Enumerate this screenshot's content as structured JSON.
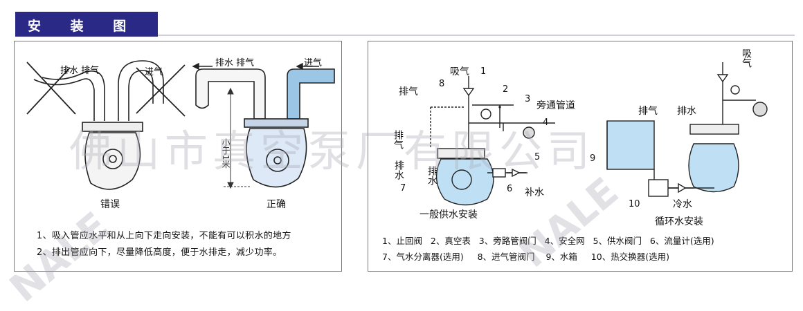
{
  "header": {
    "title": "安 装 图"
  },
  "left_diagram": {
    "wrong": {
      "label_exhaust": "排水 排气",
      "label_intake": "进气",
      "caption": "错误"
    },
    "right": {
      "label_exhaust": "排水 排气",
      "label_intake": "进气",
      "height_label": "小于1米",
      "caption": "正确"
    },
    "notes": [
      "1、吸入管应水平和从上向下走向安装，不能有可以积水的地方",
      "2、排出管应向下，尽量降低高度，便于水排走，减少功率。"
    ]
  },
  "right_diagram": {
    "general": {
      "exhaust": "排气",
      "suction": "吸气",
      "bypass": "旁通管道",
      "exhaust_air_vertical": "排气",
      "exhaust_water_vertical": "排水",
      "drain_water": "排水",
      "makeup": "补水",
      "caption": "一般供水安装",
      "numbers": [
        "1",
        "2",
        "3",
        "4",
        "5",
        "6",
        "7",
        "8"
      ]
    },
    "circulation": {
      "suction": "吸气",
      "exhaust_air": "排气",
      "exhaust_water": "排水",
      "cooling": "冷水",
      "caption": "循环水安装",
      "numbers": [
        "9",
        "10"
      ]
    },
    "legend": [
      [
        "1、止回阀",
        "2、真空表",
        "3、旁路管阀门",
        "4、安全网",
        "5、供水阀门",
        "6、流量计(选用)"
      ],
      [
        "7、气水分离器(选用)",
        "8、进气管阀门",
        "9、水箱",
        "10、热交换器(选用)"
      ]
    ]
  },
  "watermark": {
    "company": "佛山市真空泵厂有限公司",
    "brand": "NALE"
  },
  "colors": {
    "header_bg": "#2a2a86",
    "pipe_blue": "#9cc6e6",
    "water_blue": "#bfe0f4"
  }
}
